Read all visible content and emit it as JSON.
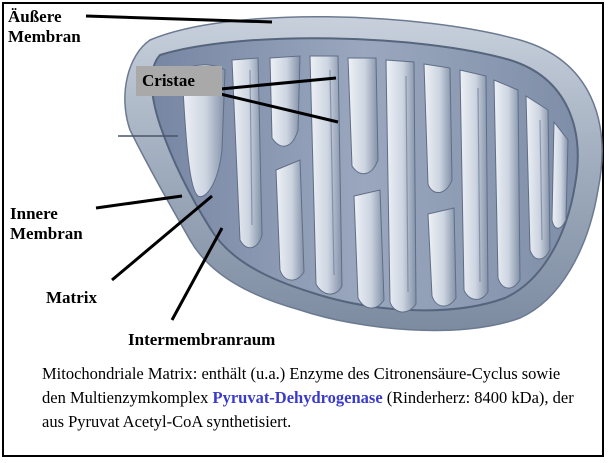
{
  "labels": {
    "outer_membrane_line1": "Äußere",
    "outer_membrane_line2": "Membran",
    "cristae": "Cristae",
    "inner_membrane_line1": "Innere",
    "inner_membrane_line2": "Membran",
    "matrix": "Matrix",
    "intermembrane_space": "Intermembranraum"
  },
  "caption": {
    "part1": "Mitochondriale Matrix: enthält (u.a.) Enzyme des Citronensäure-Cyclus sowie den Multienzymkomplex ",
    "enzyme": "Pyruvat-Dehydrogenase",
    "part2": " (Rinderherz: 8400 kDa), der aus Pyruvat Acetyl-CoA synthetisiert."
  },
  "colors": {
    "outer": "#9eabbc",
    "matrix": "#8e9cb5",
    "cristae_light": "#dfe5ee",
    "cristae_shadow": "#6f7f99",
    "highlight": "#3a3acb"
  }
}
